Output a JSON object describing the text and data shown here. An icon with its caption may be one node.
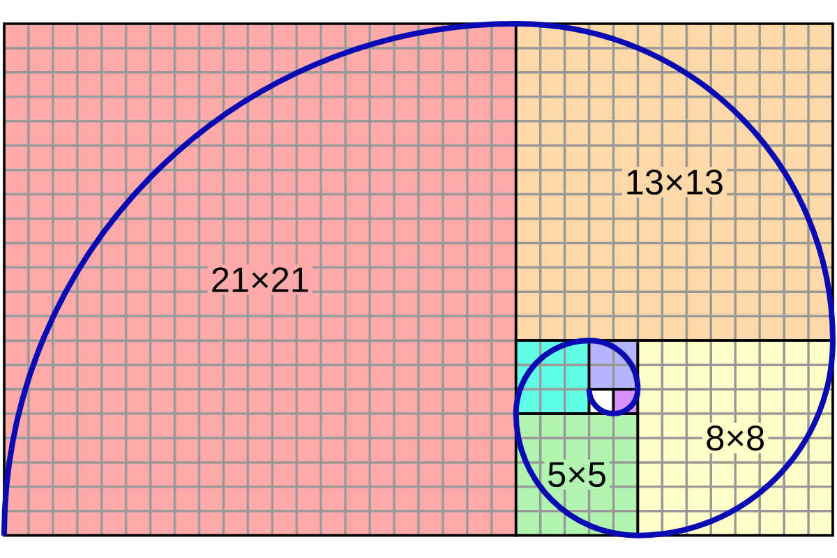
{
  "diagram": {
    "nodes": [
      {
        "text": [
          "21×21"
        ]
      },
      {
        "text": [
          "13×13"
        ]
      },
      {
        "text": [],
        "shape": "box"
      },
      {
        "text": [],
        "shape": "box"
      },
      {
        "text": [],
        "shape": "box"
      },
      {
        "text": [],
        "shape": "box"
      },
      {
        "text": [
          "5×5"
        ]
      },
      {
        "text": [
          "8×8"
        ]
      }
    ]
  }
}
